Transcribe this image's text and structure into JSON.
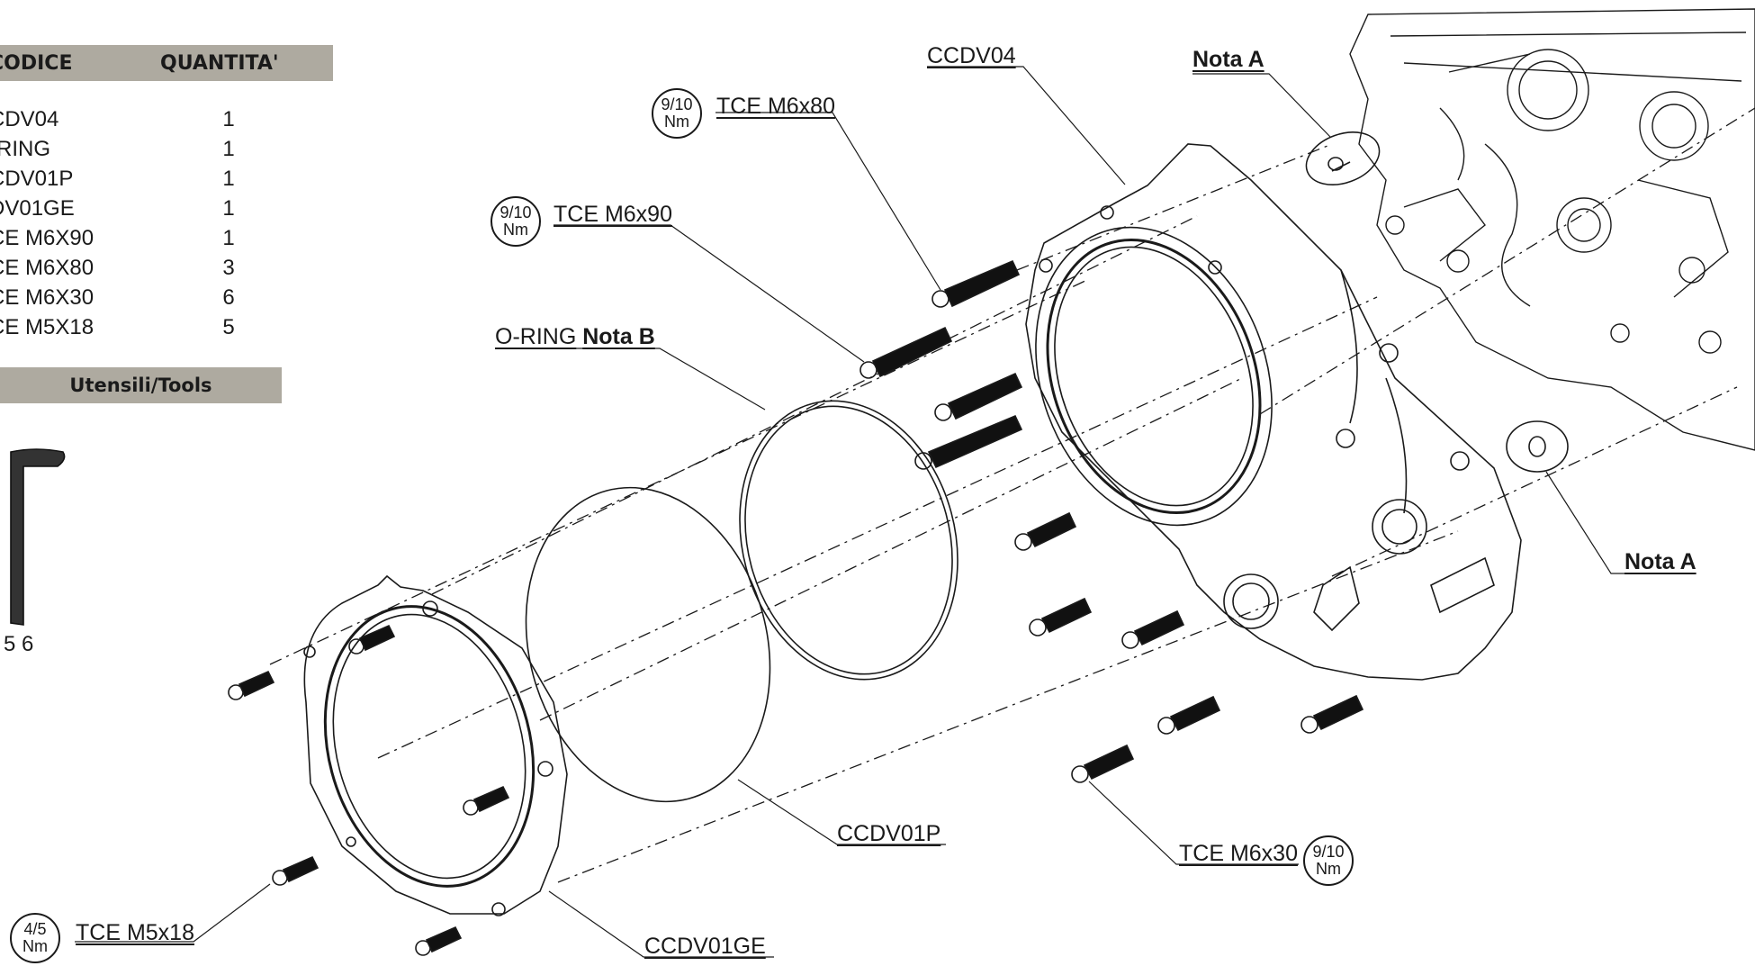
{
  "bom": {
    "header_code": "CODICE",
    "header_qty": "QUANTITA'",
    "rows": [
      {
        "code": "CDV04",
        "qty": "1"
      },
      {
        "code": "-RING",
        "qty": "1"
      },
      {
        "code": "CDV01P",
        "qty": "1"
      },
      {
        "code": "DV01GE",
        "qty": "1"
      },
      {
        "code": "CE M6X90",
        "qty": "1"
      },
      {
        "code": "CE M6X80",
        "qty": "3"
      },
      {
        "code": "CE M6X30",
        "qty": "6"
      },
      {
        "code": "CE M5X18",
        "qty": "5"
      }
    ]
  },
  "tools": {
    "header": "Utensili/Tools",
    "wrench_sizes": "5 6"
  },
  "callouts": {
    "ccdv04": "CCDV04",
    "nota_a_top": "Nota A",
    "nota_a_right": "Nota A",
    "tce_m6x80": "TCE M6x80",
    "tce_m6x90": "TCE M6x90",
    "oring": "O-RING",
    "nota_b": "Nota B",
    "ccdv01p": "CCDV01P",
    "tce_m6x30": "TCE M6x30",
    "tce_m5x18": "TCE M5x18",
    "ccdv01ge": "CCDV01GE"
  },
  "torques": {
    "m6x80": {
      "value": "9/10",
      "unit": "Nm"
    },
    "m6x90": {
      "value": "9/10",
      "unit": "Nm"
    },
    "m6x30": {
      "value": "9/10",
      "unit": "Nm"
    },
    "m5x18": {
      "value": "4/5",
      "unit": "Nm"
    }
  }
}
